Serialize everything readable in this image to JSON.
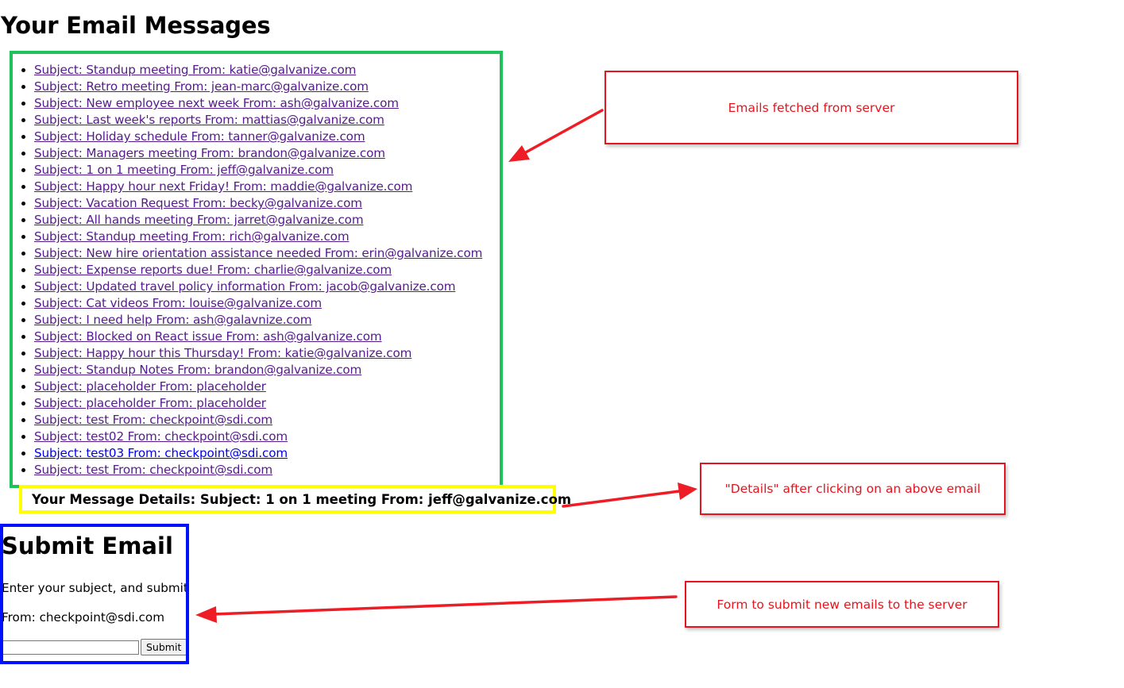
{
  "page": {
    "title": "Your Email Messages"
  },
  "emails": [
    "Subject: Standup meeting From: katie@galvanize.com",
    "Subject: Retro meeting From: jean-marc@galvanize.com",
    "Subject: New employee next week From: ash@galvanize.com",
    "Subject: Last week's reports From: mattias@galvanize.com",
    "Subject: Holiday schedule From: tanner@galvanize.com",
    "Subject: Managers meeting From: brandon@galvanize.com",
    "Subject: 1 on 1 meeting From: jeff@galvanize.com",
    "Subject: Happy hour next Friday! From: maddie@galvanize.com",
    "Subject: Vacation Request From: becky@galvanize.com",
    "Subject: All hands meeting From: jarret@galvanize.com",
    "Subject: Standup meeting From: rich@galvanize.com",
    "Subject: New hire orientation assistance needed From: erin@galvanize.com",
    "Subject: Expense reports due! From: charlie@galvanize.com",
    "Subject: Updated travel policy information From: jacob@galvanize.com",
    "Subject: Cat videos From: louise@galvanize.com",
    "Subject: I need help From: ash@galavnize.com",
    "Subject: Blocked on React issue From: ash@galvanize.com",
    "Subject: Happy hour this Thursday! From: katie@galvanize.com",
    "Subject: Standup Notes From: brandon@galvanize.com",
    "Subject: placeholder From: placeholder",
    "Subject: placeholder From: placeholder",
    "Subject: test From: checkpoint@sdi.com",
    "Subject: test02 From: checkpoint@sdi.com",
    "Subject: test03 From: checkpoint@sdi.com",
    "Subject: test From: checkpoint@sdi.com"
  ],
  "unvisited_index": 23,
  "details": {
    "text": "Your Message Details: Subject: 1 on 1 meeting From: jeff@galvanize.com"
  },
  "submit_form": {
    "title": "Submit Email",
    "prompt": "Enter your subject, and submit:",
    "from": "From: checkpoint@sdi.com",
    "input_value": "",
    "button_label": "Submit"
  },
  "annotations": {
    "emails_callout": "Emails fetched from server",
    "details_callout": "\"Details\" after clicking on an above email",
    "form_callout": "Form to submit new emails to the server"
  },
  "colors": {
    "email_box_border": "#1ec15a",
    "details_box_border": "#ffff00",
    "submit_box_border": "#0011ff",
    "annotation_red": "#e5141e",
    "visited_link": "#551a8b",
    "unvisited_link": "#0000ee"
  }
}
